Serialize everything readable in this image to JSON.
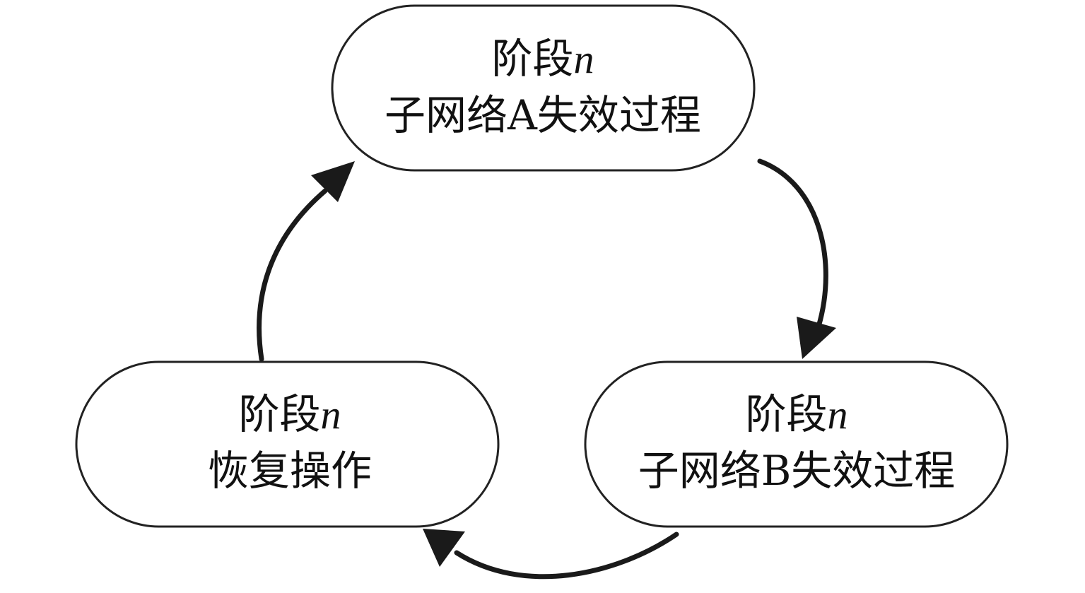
{
  "nodes": {
    "stage_a": {
      "line1_prefix": "阶段",
      "line1_var": "n",
      "line2": "子网络A失效过程"
    },
    "stage_b": {
      "line1_prefix": "阶段",
      "line1_var": "n",
      "line2": "子网络B失效过程"
    },
    "stage_recovery": {
      "line1_prefix": "阶段",
      "line1_var": "n",
      "line2": "恢复操作"
    }
  },
  "edges": [
    {
      "from": "stage_a",
      "to": "stage_b"
    },
    {
      "from": "stage_b",
      "to": "stage_recovery"
    },
    {
      "from": "stage_recovery",
      "to": "stage_a"
    }
  ],
  "colors": {
    "stroke": "#222222",
    "arrow": "#1a1a1a",
    "text": "#111111",
    "fill": "#ffffff"
  }
}
